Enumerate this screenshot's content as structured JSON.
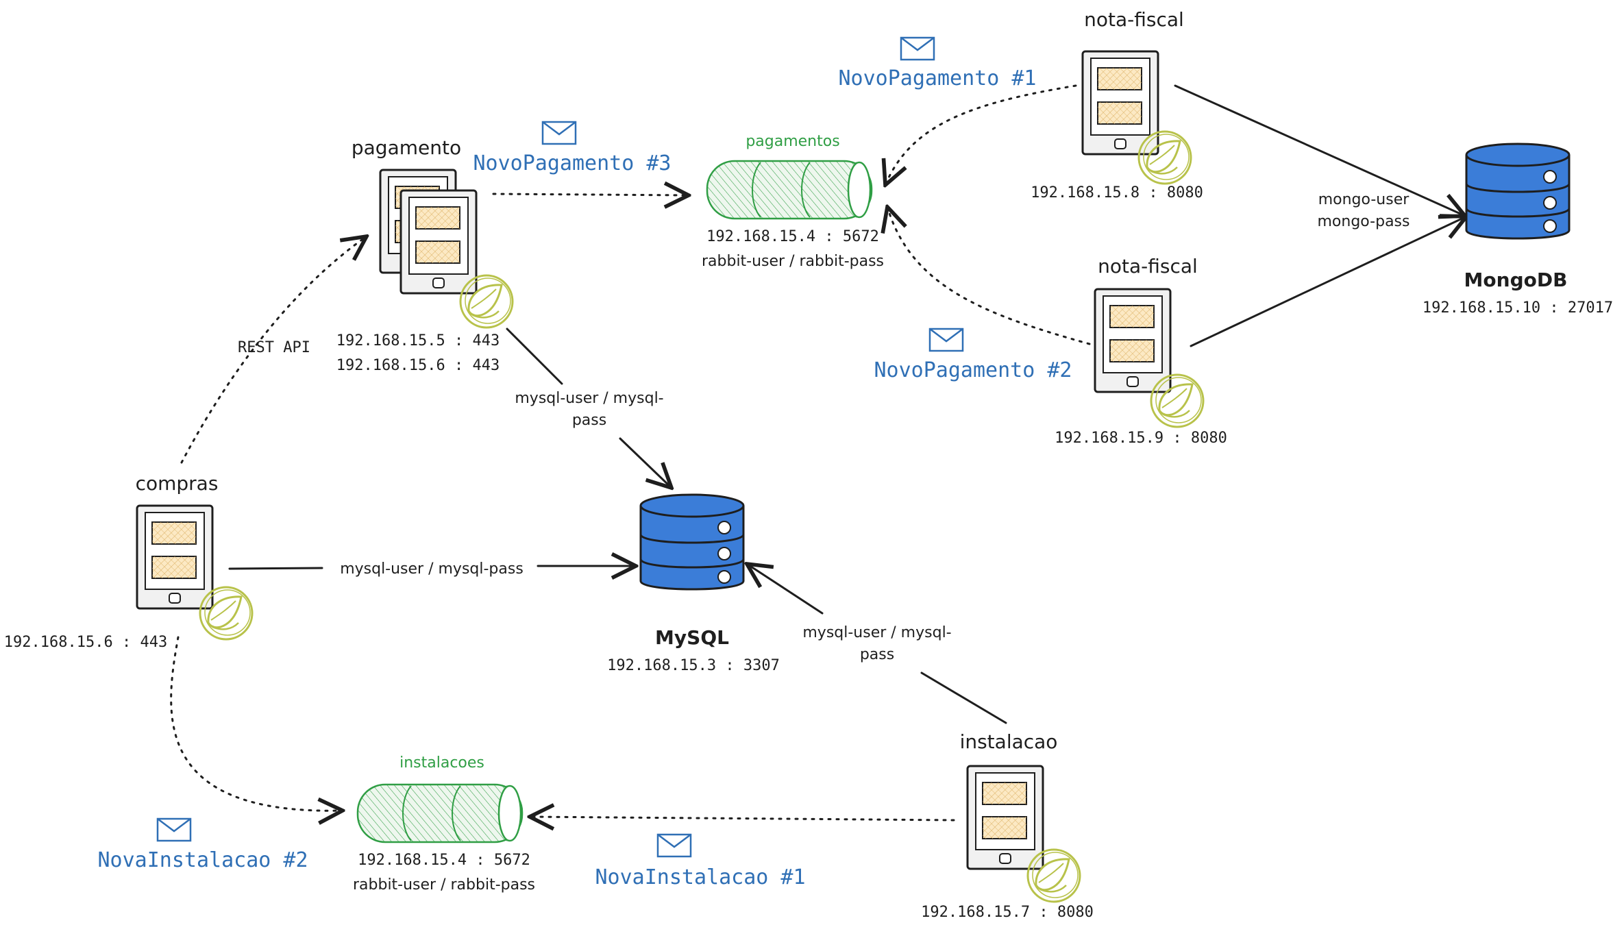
{
  "services": {
    "pagamento": {
      "name": "pagamento",
      "ip1": "192.168.15.5 : 443",
      "ip2": "192.168.15.6 : 443"
    },
    "compras": {
      "name": "compras",
      "ip": "192.168.15.6 : 443"
    },
    "nota_fiscal_1": {
      "name": "nota-fiscal",
      "ip": "192.168.15.8 : 8080"
    },
    "nota_fiscal_2": {
      "name": "nota-fiscal",
      "ip": "192.168.15.9 : 8080"
    },
    "instalacao": {
      "name": "instalacao",
      "ip": "192.168.15.7 : 8080"
    }
  },
  "queues": {
    "pagamentos": {
      "name": "pagamentos",
      "ip": "192.168.15.4 : 5672",
      "creds": "rabbit-user / rabbit-pass"
    },
    "instalacoes": {
      "name": "instalacoes",
      "ip": "192.168.15.4 : 5672",
      "creds": "rabbit-user / rabbit-pass"
    }
  },
  "databases": {
    "mysql": {
      "name": "MySQL",
      "ip": "192.168.15.3 : 3307"
    },
    "mongodb": {
      "name": "MongoDB",
      "ip": "192.168.15.10 : 27017"
    }
  },
  "messages": {
    "novo_pagamento_1": "NovoPagamento #1",
    "novo_pagamento_2": "NovoPagamento #2",
    "novo_pagamento_3": "NovoPagamento #3",
    "nova_instalacao_1": "NovaInstalacao #1",
    "nova_instalacao_2": "NovaInstalacao #2"
  },
  "edges": {
    "rest_api": "REST API",
    "mysql_full": "mysql-user / mysql-pass",
    "mysql_split_a": "mysql-user / mysql-",
    "mysql_split_b": "pass",
    "mongo_user": "mongo-user",
    "mongo_pass": "mongo-pass"
  },
  "colors": {
    "message_blue": "#2f6fb5",
    "queue_green": "#2f9e44",
    "db_blue": "#3b7dd8",
    "spring_green": "#b8c24a"
  }
}
